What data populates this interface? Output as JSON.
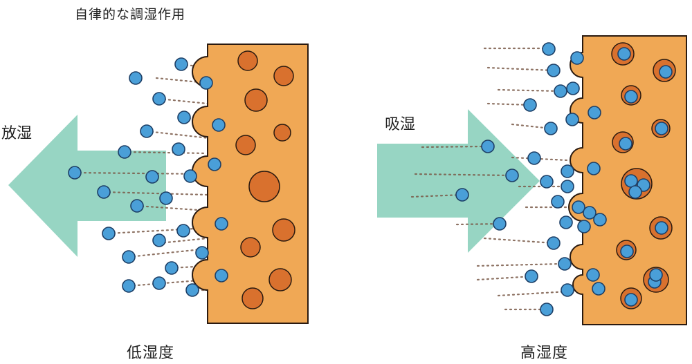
{
  "title": "自律的な調湿作用",
  "left_panel": {
    "arrow_label": "放湿",
    "condition_label": "低湿度"
  },
  "right_panel": {
    "arrow_label": "吸湿",
    "condition_label": "高湿度"
  },
  "colors": {
    "wall": "#f0a855",
    "wall_edge": "#2a1a10",
    "pore": "#d9712e",
    "molecule": "#4a9fd8",
    "molecule_edge": "#1d3f66",
    "arrow": "#8cd0bd",
    "trail": "#7a5a48"
  }
}
